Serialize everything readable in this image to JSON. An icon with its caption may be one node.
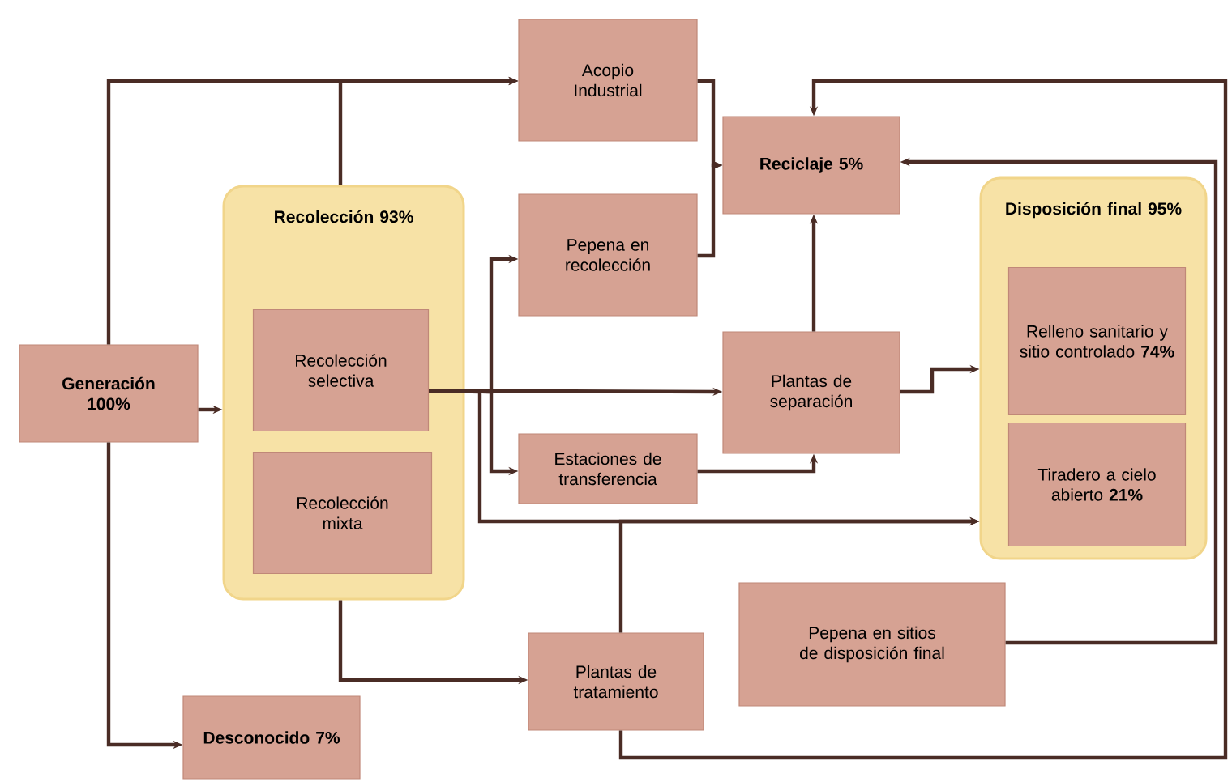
{
  "diagram": {
    "nodes": [
      {
        "text": [
          "Generación 100%"
        ]
      },
      {
        "text": [
          "Recolección 93%"
        ]
      },
      {
        "text": [
          "Recolección selectiva"
        ],
        "in": 1
      },
      {
        "text": [
          "Recolección mixta"
        ],
        "in": 1
      },
      {
        "text": [
          "Acopio Industrial"
        ]
      },
      {
        "text": [
          "Pepena en recolección"
        ]
      },
      {
        "text": [
          "Reciclaje 5%"
        ]
      },
      {
        "text": [
          "Disposición final 95%"
        ]
      },
      {
        "text": [
          "Relleno sanitario y sitio controlado **74%**"
        ],
        "in": 7
      },
      {
        "text": [
          "Tiradero a cielo abierto **21%**"
        ],
        "in": 7
      },
      {
        "text": [
          "Plantas de separación"
        ]
      },
      {
        "text": [
          "Estaciones de transferencia"
        ]
      },
      {
        "text": [
          "Pepena en sitios de disposición final"
        ]
      },
      {
        "text": [
          "Plantas de tratamiento"
        ]
      },
      {
        "text": [
          "Desconocido 7%"
        ]
      }
    ],
    "edges": [
      {
        "from": 0,
        "to": 1,
        "arrow": "to"
      },
      {
        "from": 0,
        "to": 4,
        "arrow": "to"
      },
      {
        "from": 1,
        "to": 4,
        "arrow": "to"
      },
      {
        "from": 0,
        "to": 14,
        "arrow": "to"
      },
      {
        "from": 4,
        "to": 6,
        "arrow": "to"
      },
      {
        "from": 5,
        "to": 6,
        "arrow": "to"
      },
      {
        "from": 2,
        "to": 5,
        "arrow": "to"
      },
      {
        "from": 2,
        "to": 10,
        "arrow": "to"
      },
      {
        "from": 2,
        "to": 11,
        "arrow": "to"
      },
      {
        "from": 2,
        "to": 7,
        "arrow": "to"
      },
      {
        "from": 11,
        "to": 10,
        "arrow": "to"
      },
      {
        "from": 10,
        "to": 6,
        "arrow": "to"
      },
      {
        "from": 10,
        "to": 7,
        "arrow": "to"
      },
      {
        "from": 13,
        "to": 7,
        "arrow": "to"
      },
      {
        "from": 1,
        "to": 13,
        "arrow": "to"
      },
      {
        "from": 13,
        "to": 6,
        "arrow": "to"
      },
      {
        "from": 12,
        "to": 6,
        "arrow": "to"
      }
    ]
  }
}
